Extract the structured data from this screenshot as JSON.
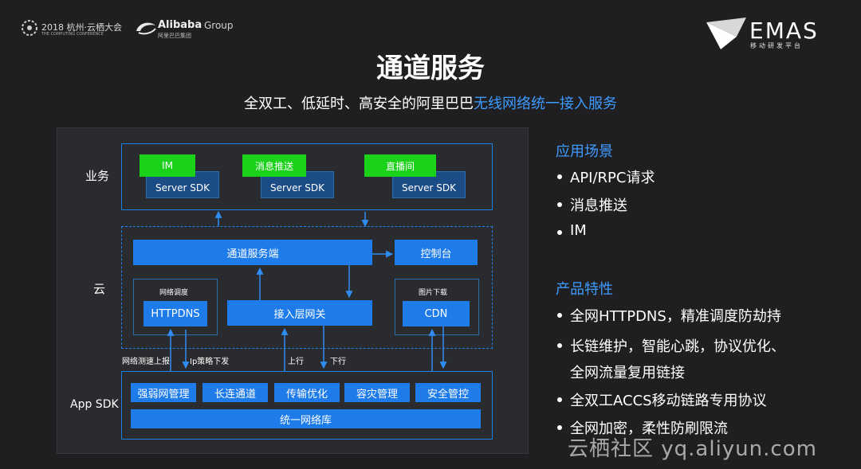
{
  "header": {
    "conference_text": "2018 杭州·云栖大会",
    "conference_subtext": "THE COMPUTING CONFERENCE",
    "alibaba_text": "Alibaba",
    "alibaba_group": "Group",
    "alibaba_subtext": "阿里巴巴集团",
    "emas_text": "EMAS",
    "emas_subtext": "移动研发平台"
  },
  "title": "通道服务",
  "subtitle_plain": "全双工、低延时、高安全的阿里巴巴",
  "subtitle_highlight": "无线网络统一接入服务",
  "diagram": {
    "layer_business": "业务",
    "layer_cloud": "云",
    "layer_sdk": "App SDK",
    "services": [
      {
        "name": "IM",
        "sdk": "Server SDK"
      },
      {
        "name": "消息推送",
        "sdk": "Server SDK"
      },
      {
        "name": "直播间",
        "sdk": "Server SDK"
      }
    ],
    "channel_server": "通道服务端",
    "console": "控制台",
    "network_dispatch_title": "网络调度",
    "httpdns": "HTTPDNS",
    "gateway": "接入层网关",
    "image_download_title": "图片下载",
    "cdn": "CDN",
    "arrow_labels": {
      "report": "网络测速上报",
      "ip_strategy": "Ip策略下发",
      "up": "上行",
      "down": "下行"
    },
    "sdk_modules": [
      "强弱网管理",
      "长连通道",
      "传输优化",
      "容灾管理",
      "安全管控"
    ],
    "sdk_base": "统一网络库"
  },
  "side": {
    "scenarios_title": "应用场景",
    "scenarios": [
      "API/RPC请求",
      "消息推送",
      "IM"
    ],
    "features_title": "产品特性",
    "features": [
      {
        "lines": [
          "全网HTTPDNS，精准调度防劫持"
        ]
      },
      {
        "lines": [
          "长链维护，智能心跳，协议优化、",
          "全网流量复用链接"
        ]
      },
      {
        "lines": [
          "全双工ACCS移动链路专用协议"
        ]
      },
      {
        "lines": [
          "全网加密，柔性防刷限流"
        ]
      }
    ]
  },
  "watermark": "云栖社区 yq.aliyun.com",
  "colors": {
    "background": "#1f1f21",
    "accent_blue": "#3d9bff",
    "box_blue": "#1d7bea",
    "service_green": "#19d219"
  }
}
